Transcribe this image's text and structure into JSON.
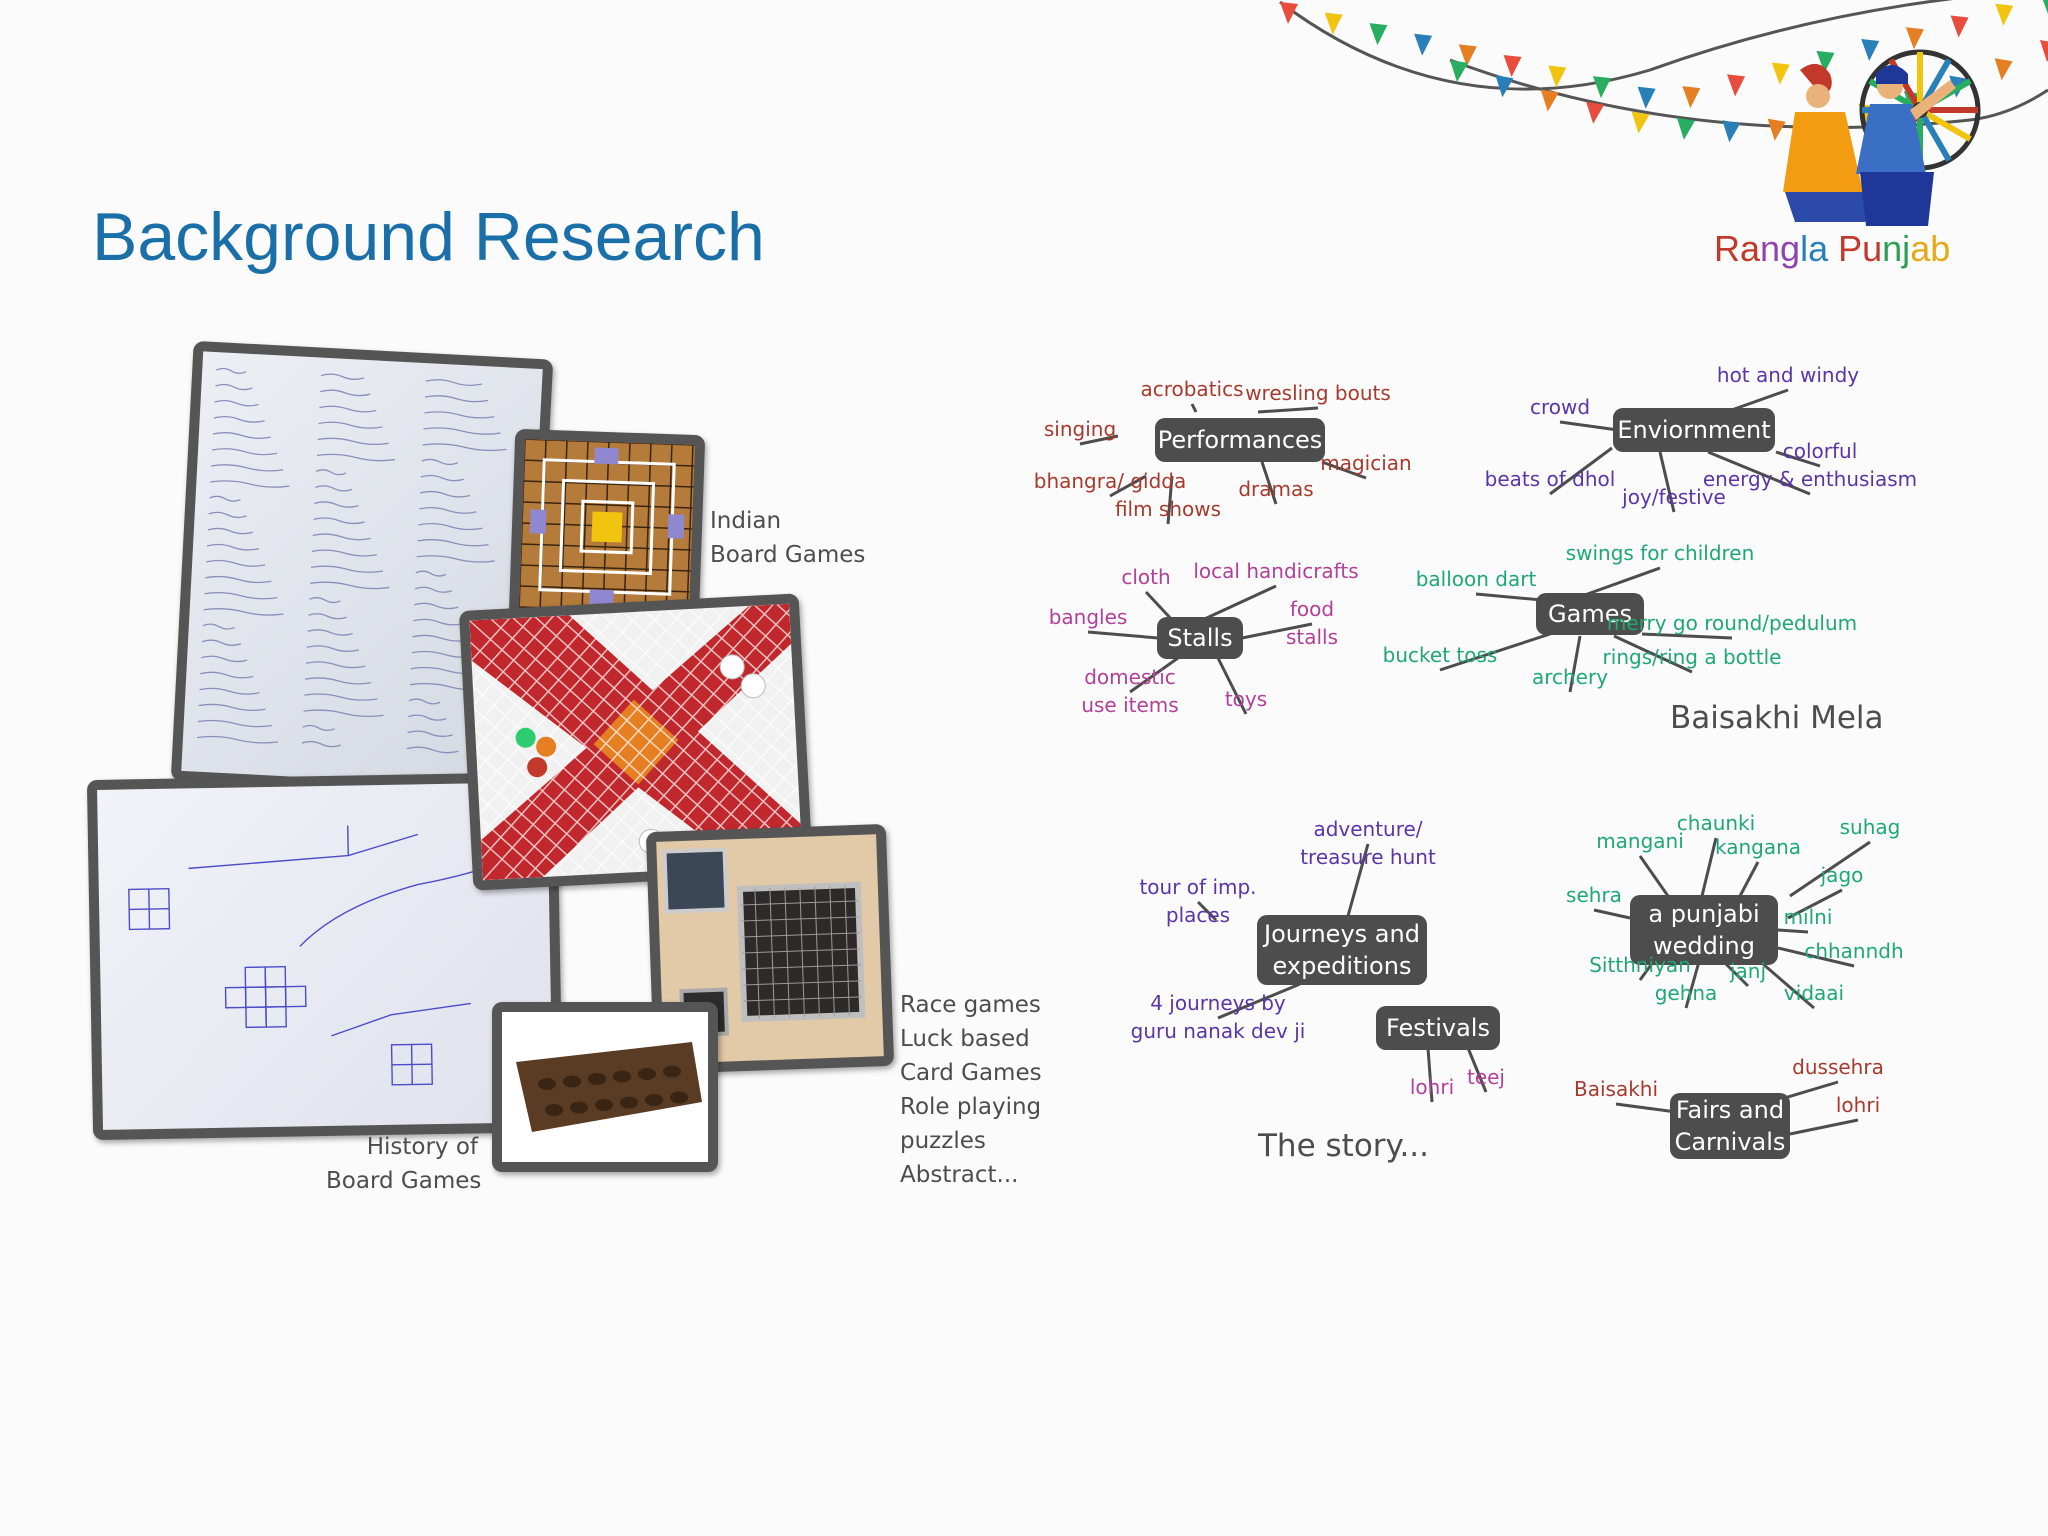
{
  "slide": {
    "title": "Background Research",
    "brand": {
      "parts": [
        "Ra",
        "ng",
        "la ",
        "Pu",
        "nj",
        "ab"
      ],
      "colors": [
        "#c0392b",
        "#8e44ad",
        "#2980b9",
        "#c0392b",
        "#2b9e55",
        "#e6a817"
      ]
    }
  },
  "collage": {
    "label_indian": [
      "Indian",
      "Board Games"
    ],
    "label_history": [
      "History of",
      "Board Games"
    ],
    "game_types": [
      "Race games",
      "Luck based",
      "Card Games",
      "Role playing",
      "puzzles",
      "Abstract..."
    ]
  },
  "section_captions": {
    "baisakhi": "Baisakhi Mela",
    "story": "The story..."
  },
  "colors": {
    "node_bg": "#4d4d4d",
    "red": "#a83a2d",
    "purple": "#5b35a8",
    "magenta": "#b2409a",
    "green": "#1fa876",
    "line": "#4d4d4d"
  },
  "mindmaps": [
    {
      "center": "Performances",
      "color": "red",
      "leaves": [
        "acrobatics",
        "wresling bouts",
        "singing",
        "magician",
        "bhangra/ gidda",
        "dramas",
        "film shows"
      ]
    },
    {
      "center": "Enviornment",
      "color": "purple",
      "leaves": [
        "hot and windy",
        "crowd",
        "colorful",
        "beats of dhol",
        "joy/festive",
        "energy & enthusiasm"
      ]
    },
    {
      "center": "Stalls",
      "color": "magenta",
      "leaves": [
        "cloth",
        "local handicrafts",
        "bangles",
        "food\nstalls",
        "domestic\nuse items",
        "toys"
      ]
    },
    {
      "center": "Games",
      "color": "green",
      "leaves": [
        "swings for children",
        "balloon dart",
        "merry go round/pedulum",
        "bucket toss",
        "rings/ring a bottle",
        "archery"
      ]
    },
    {
      "center": "Journeys and\nexpeditions",
      "color": "purple",
      "leaves": [
        "adventure/\ntreasure hunt",
        "tour of imp.\nplaces",
        "4 journeys by\nguru nanak dev ji"
      ]
    },
    {
      "center": "Festivals",
      "color": "magenta",
      "leaves": [
        "lohri",
        "teej"
      ]
    },
    {
      "center": "a punjabi\nwedding",
      "color": "green",
      "leaves": [
        "chaunki",
        "mangani",
        "kangana",
        "suhag",
        "jago",
        "sehra",
        "milni",
        "chhanndh",
        "Sitthniyan",
        "janj",
        "vidaai",
        "gehna"
      ]
    },
    {
      "center": "Fairs and\nCarnivals",
      "color": "red",
      "leaves": [
        "dussehra",
        "Baisakhi",
        "lohri"
      ]
    }
  ]
}
